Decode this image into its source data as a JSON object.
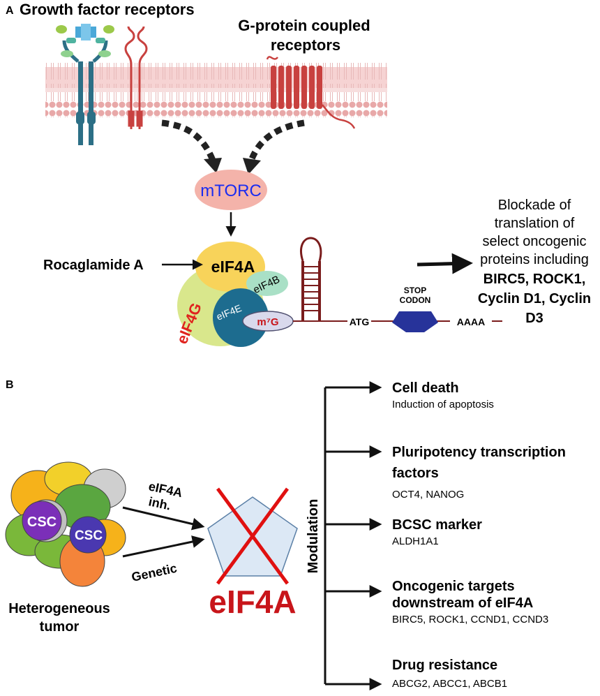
{
  "panel_a": {
    "label": "A",
    "growth_factor_title": "Growth factor receptors",
    "gpcr_title_line1": "G-protein coupled",
    "gpcr_title_line2": "receptors",
    "mtorc": "mTORC",
    "rocaglamide": "Rocaglamide A",
    "eif4a": "eIF4A",
    "eif4b": "eIF4B",
    "eif4g": "eIF4G",
    "eif4e": "eIF4E",
    "m7g": "m⁷G",
    "atg": "ATG",
    "stop_line1": "STOP",
    "stop_line2": "CODON",
    "polya": "AAAA",
    "blockade_lines": [
      "Blockade of",
      "translation of",
      "select oncogenic",
      "proteins including"
    ],
    "blockade_bold_lines": [
      "BIRC5, ROCK1,",
      "Cyclin D1, Cyclin",
      "D3"
    ]
  },
  "panel_b": {
    "label": "B",
    "csc1": "CSC",
    "csc2": "CSC",
    "tumor_line1": "Heterogeneous",
    "tumor_line2": "tumor",
    "inh_line1": "eIF4A",
    "inh_line2": "inh.",
    "genetic": "Genetic",
    "eif4a_big": "eIF4A",
    "modulation": "Modulation",
    "outcomes": [
      {
        "title_lines": [
          "Cell death"
        ],
        "detail": "Induction of apoptosis"
      },
      {
        "title_lines": [
          "Pluripotency transcription",
          "factors"
        ],
        "detail": "OCT4, NANOG"
      },
      {
        "title_lines": [
          "BCSC marker"
        ],
        "detail": "ALDH1A1"
      },
      {
        "title_lines": [
          "Oncogenic targets",
          "downstream of eIF4A"
        ],
        "detail": "BIRC5, ROCK1, CCND1, CCND3"
      },
      {
        "title_lines": [
          "Drug resistance"
        ],
        "detail": "ABCG2, ABCC1, ABCB1"
      }
    ]
  },
  "colors": {
    "membrane": "#f2c6c6",
    "membrane_head": "#e8a8a8",
    "gpcr": "#c8413f",
    "mtorc_fill": "#f4b3aa",
    "mtorc_text": "#1a2cf0",
    "eif4a_fill": "#f8d35a",
    "eif4g_fill": "#d9e78c",
    "eif4g_text": "#e0231e",
    "eif4e_fill": "#1d6c8f",
    "eif4b_fill": "#a9e0c6",
    "mrna": "#7a1c1c",
    "stop_fill": "#27339a",
    "csc_fill": "#7b2fb8",
    "red_x": "#e01010",
    "eif4a_big": "#c8151a",
    "pentagon": "#dce8f5"
  }
}
